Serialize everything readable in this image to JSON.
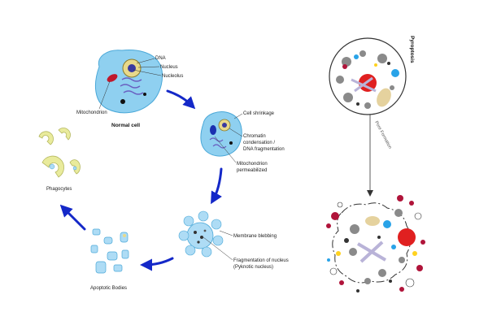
{
  "apoptosis": {
    "normal_cell": {
      "title": "Normal cell",
      "dna": "DNA",
      "nucleus": "Nucleus",
      "nucleolus": "Nucleolus",
      "mitochondrion": "Mitochondrion"
    },
    "stage2": {
      "cell_shrinkage": "Cell shrinkage",
      "chromatin_line1": "Chromatin",
      "chromatin_line2": "condensation /",
      "chromatin_line3": "DNA fragmentation",
      "mito_line1": "Mitochondrion",
      "mito_line2": "permeabilized"
    },
    "stage3": {
      "blebbing": "Membrane blebbing",
      "frag_line1": "Fragmentation of nucleus",
      "frag_line2": "(Pyknotic nucleus)"
    },
    "stage4": {
      "bodies": "Apoptotic Bodies"
    },
    "stage5": {
      "phagocytes": "Phagocytes"
    }
  },
  "pyroptosis": {
    "title": "Pyroptosis",
    "pore": "Pore Formation"
  },
  "colors": {
    "cell_fill": "#8fd0f0",
    "cell_edge": "#4aa8d8",
    "arrow": "#1428c8",
    "phagocyte": "#e9eb9c",
    "red": "#e02020",
    "blue": "#29a3e8",
    "gray": "#8a8a8a",
    "tan": "#e5d29e",
    "lavender": "#b9b3d8",
    "crimson": "#b0143a"
  }
}
